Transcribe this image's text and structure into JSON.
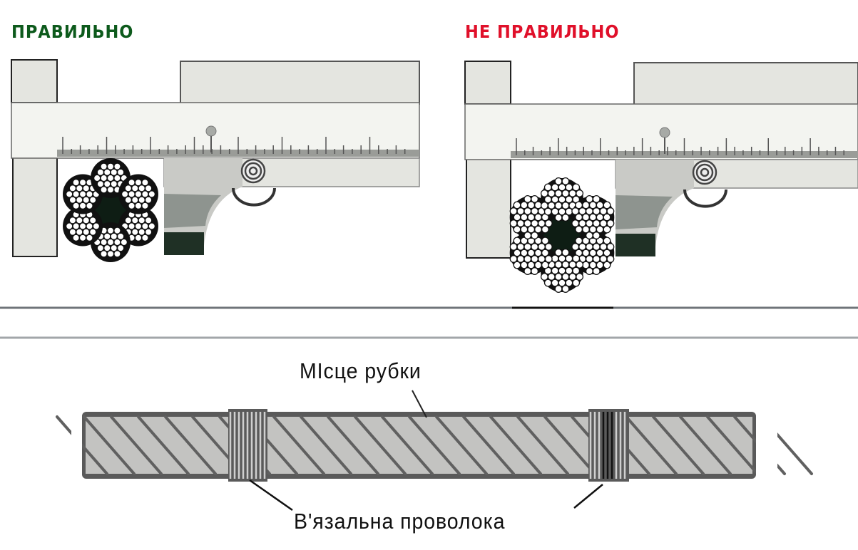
{
  "panels": {
    "correct": {
      "label": "ПРАВИЛЬНО",
      "color": "#0d5a1c"
    },
    "incorrect": {
      "label": "НЕ ПРАВИЛЬНО",
      "color": "#e0102a"
    }
  },
  "rope_diagram": {
    "cut_label": "МІсце рубки",
    "wire_label": "В'язальна проволока"
  },
  "colors": {
    "caliper_light": "#e4e5e0",
    "caliper_beam": "#f3f4f0",
    "jaw_dark": "#1f3025",
    "rope_gray": "#c3c3c1",
    "rope_dark": "#5a5a5a"
  }
}
